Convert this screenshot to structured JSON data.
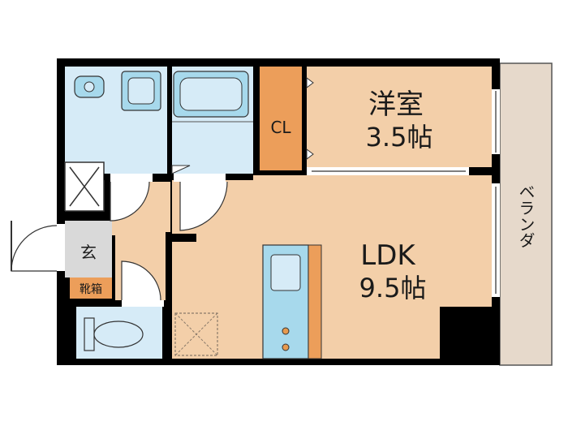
{
  "rooms": {
    "western": {
      "name": "洋室",
      "size": "3.5帖"
    },
    "ldk": {
      "name": "LDK",
      "size": "9.5帖"
    },
    "closet": {
      "name": "CL"
    },
    "entrance": {
      "name": "玄"
    },
    "shoe_box": {
      "name": "靴箱"
    },
    "balcony": {
      "name": "ベランダ"
    }
  },
  "colors": {
    "wall": "#000000",
    "room_floor": "#f3cfa9",
    "wet_area": "#d6ebf7",
    "fixture": "#a7d9ec",
    "closet": "#ec9e5a",
    "entrance": "#d9d9d9",
    "balcony": "#e6d9cb"
  }
}
